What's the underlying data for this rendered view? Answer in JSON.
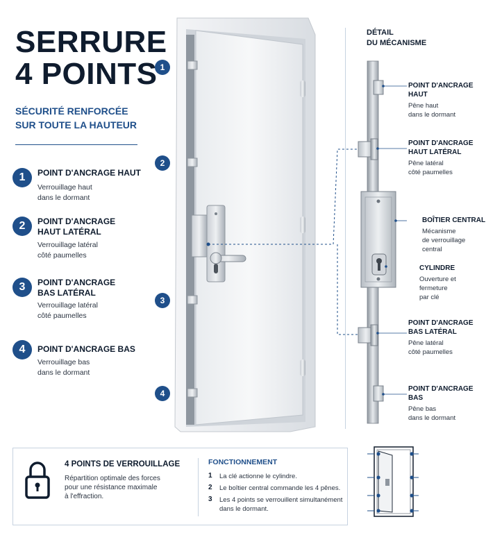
{
  "header": {
    "title_line1": "SERRURE",
    "title_line2": "4 POINTS",
    "subtitle_line1": "SÉCURITÉ RENFORCÉE",
    "subtitle_line2": "SUR TOUTE LA HAUTEUR"
  },
  "points": [
    {
      "number": "1",
      "title_line1": "POINT D'ANCRAGE HAUT",
      "title_line2": "",
      "desc_line1": "Verrouillage haut",
      "desc_line2": "dans le dormant"
    },
    {
      "number": "2",
      "title_line1": "POINT D'ANCRAGE",
      "title_line2": "HAUT LATÉRAL",
      "desc_line1": "Verrouillage latéral",
      "desc_line2": "côté paumelles"
    },
    {
      "number": "3",
      "title_line1": "POINT D'ANCRAGE",
      "title_line2": "BAS LATÉRAL",
      "desc_line1": "Verrouillage latéral",
      "desc_line2": "côté paumelles"
    },
    {
      "number": "4",
      "title_line1": "POINT D'ANCRAGE BAS",
      "title_line2": "",
      "desc_line1": "Verrouillage bas",
      "desc_line2": "dans le dormant"
    }
  ],
  "door_markers": [
    "1",
    "2",
    "3",
    "4"
  ],
  "detail": {
    "title_line1": "DÉTAIL",
    "title_line2": "DU MÉCANISME",
    "labels": [
      {
        "title_line1": "POINT D'ANCRAGE HAUT",
        "title_line2": "",
        "desc_line1": "Pêne haut",
        "desc_line2": "dans le dormant",
        "desc_line3": ""
      },
      {
        "title_line1": "POINT D'ANCRAGE",
        "title_line2": "HAUT LATÉRAL",
        "desc_line1": "Pêne latéral",
        "desc_line2": "côté paumelles",
        "desc_line3": ""
      },
      {
        "title_line1": "BOÎTIER CENTRAL",
        "title_line2": "",
        "desc_line1": "Mécanisme",
        "desc_line2": "de verrouillage",
        "desc_line3": "central"
      },
      {
        "title_line1": "CYLINDRE",
        "title_line2": "",
        "desc_line1": "Ouverture et fermeture",
        "desc_line2": "par clé",
        "desc_line3": ""
      },
      {
        "title_line1": "POINT D'ANCRAGE",
        "title_line2": "BAS LATÉRAL",
        "desc_line1": "Pêne latéral",
        "desc_line2": "côté paumelles",
        "desc_line3": ""
      },
      {
        "title_line1": "POINT D'ANCRAGE BAS",
        "title_line2": "",
        "desc_line1": "Pêne bas",
        "desc_line2": "dans le dormant",
        "desc_line3": ""
      }
    ]
  },
  "summary": {
    "title": "4 POINTS DE VERROUILLAGE",
    "desc_line1": "Répartition optimale des forces",
    "desc_line2": "pour une résistance maximale",
    "desc_line3": "à l'effraction."
  },
  "fonctionnement": {
    "title": "FONCTIONNEMENT",
    "steps": [
      {
        "number": "1",
        "line1": "La clé actionne le cylindre.",
        "line2": ""
      },
      {
        "number": "2",
        "line1": "Le boîtier central commande les 4 pênes.",
        "line2": ""
      },
      {
        "number": "3",
        "line1": "Les 4 points se verrouillent simultanément",
        "line2": "dans le dormant."
      }
    ]
  },
  "colors": {
    "accent": "#1f4f8a",
    "dark": "#0f1c2e",
    "separator": "#c6d2e0"
  },
  "icons": {
    "summary_icon": "padlock-icon",
    "mini_diagram": "door-diagram-icon"
  }
}
